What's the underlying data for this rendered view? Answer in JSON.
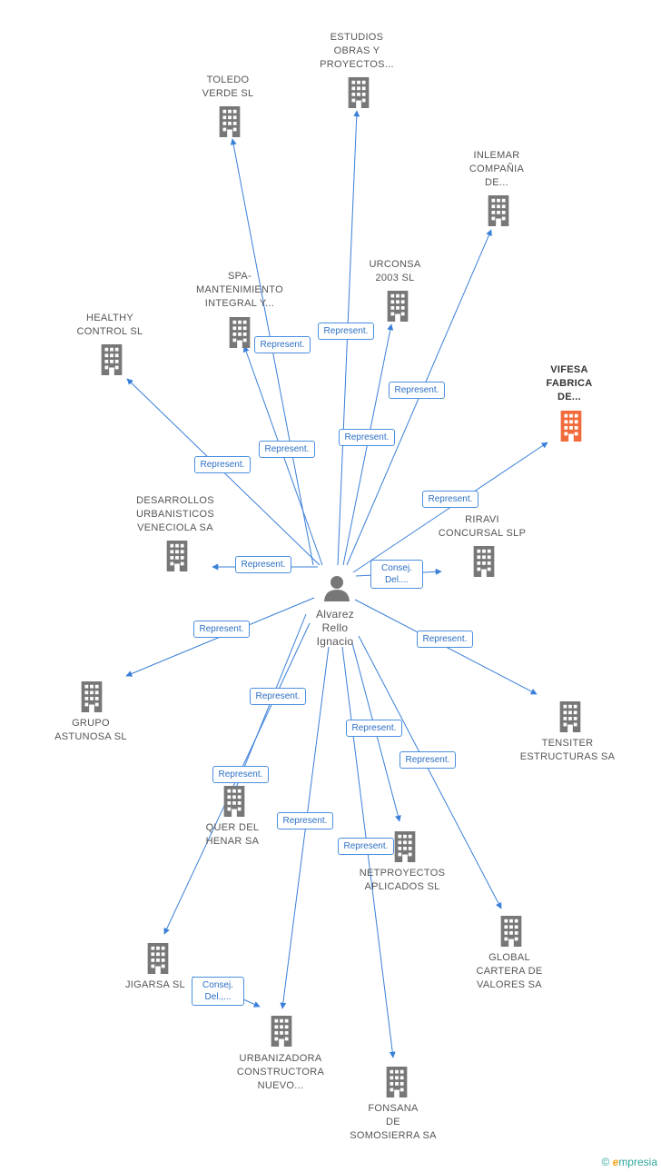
{
  "colors": {
    "line": "#3a7fd8",
    "building": "#777777",
    "building_highlight": "#f26b3a",
    "person": "#777777"
  },
  "person": {
    "label": "Alvarez\nRello\nIgnacio",
    "icon": "person-icon"
  },
  "companies": [
    {
      "id": "estudios",
      "label": "ESTUDIOS\nOBRAS Y\nPROYECTOS...",
      "icon": "building-icon"
    },
    {
      "id": "toledo",
      "label": "TOLEDO\nVERDE SL",
      "icon": "building-icon"
    },
    {
      "id": "inlemar",
      "label": "INLEMAR\nCOMPAÑIA\nDE...",
      "icon": "building-icon"
    },
    {
      "id": "urconsa",
      "label": "URCONSA\n2003 SL",
      "icon": "building-icon"
    },
    {
      "id": "spa",
      "label": "SPA-\nMANTENIMIENTO\nINTEGRAL Y...",
      "icon": "building-icon"
    },
    {
      "id": "healthy",
      "label": "HEALTHY\nCONTROL SL",
      "icon": "building-icon"
    },
    {
      "id": "vifesa",
      "label": "VIFESA\nFABRICA\nDE...",
      "icon": "building-icon",
      "highlight": true
    },
    {
      "id": "desarrollos",
      "label": "DESARROLLOS\nURBANISTICOS\nVENECIOLA SA",
      "icon": "building-icon"
    },
    {
      "id": "riravi",
      "label": "RIRAVI\nCONCURSAL SLP",
      "icon": "building-icon"
    },
    {
      "id": "astunosa",
      "label": "GRUPO\nASTUNOSA SL",
      "icon": "building-icon"
    },
    {
      "id": "tensiter",
      "label": "TENSITER\nESTRUCTURAS SA",
      "icon": "building-icon"
    },
    {
      "id": "quer",
      "label": "QUER DEL\nHENAR SA",
      "icon": "building-icon"
    },
    {
      "id": "netproyectos",
      "label": "NETPROYECTOS\nAPLICADOS SL",
      "icon": "building-icon"
    },
    {
      "id": "global",
      "label": "GLOBAL\nCARTERA DE\nVALORES SA",
      "icon": "building-icon"
    },
    {
      "id": "jigarsa",
      "label": "JIGARSA SL",
      "icon": "building-icon"
    },
    {
      "id": "urbanizadora",
      "label": "URBANIZADORA\nCONSTRUCTORA\nNUEVO...",
      "icon": "building-icon"
    },
    {
      "id": "fonsana",
      "label": "FONSANA\nDE\nSOMOSIERRA SA",
      "icon": "building-icon"
    }
  ],
  "relations": [
    {
      "target": "estudios",
      "label": "Represent."
    },
    {
      "target": "toledo",
      "label": "Represent."
    },
    {
      "target": "inlemar",
      "label": "Represent."
    },
    {
      "target": "urconsa",
      "label": "Represent."
    },
    {
      "target": "spa",
      "label": "Represent."
    },
    {
      "target": "healthy",
      "label": "Represent."
    },
    {
      "target": "vifesa",
      "label": "Represent."
    },
    {
      "target": "desarrollos",
      "label": "Represent."
    },
    {
      "target": "riravi",
      "label": "Consej.\nDel...."
    },
    {
      "target": "astunosa",
      "label": "Represent."
    },
    {
      "target": "tensiter",
      "label": "Represent."
    },
    {
      "target": "quer",
      "label": "Represent."
    },
    {
      "target": "netproyectos",
      "label": "Represent."
    },
    {
      "target": "global",
      "label": "Represent."
    },
    {
      "target": "jigarsa",
      "label": "Represent."
    },
    {
      "target": "urbanizadora",
      "label": "Represent."
    },
    {
      "target": "fonsana",
      "label": "Represent."
    },
    {
      "target": "urbanizadora",
      "label": "Consej.\nDel.,..."
    }
  ],
  "footer": {
    "copyright": "©",
    "brand_e": "e",
    "brand_rest": "mpresia"
  }
}
